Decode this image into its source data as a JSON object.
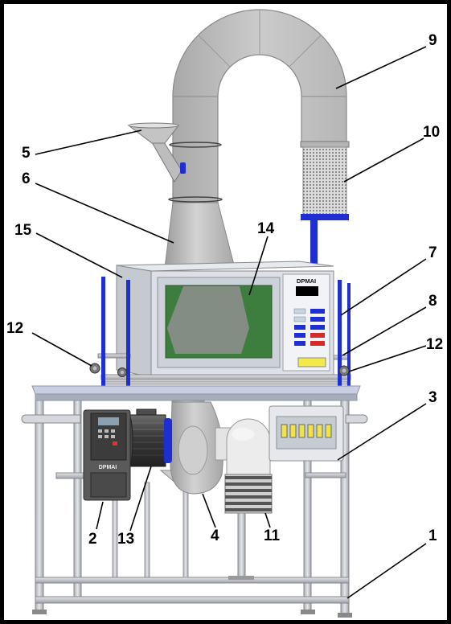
{
  "callouts": [
    "9",
    "10",
    "5",
    "6",
    "15",
    "14",
    "7",
    "8",
    "12",
    "12",
    "3",
    "2",
    "13",
    "4",
    "11",
    "1"
  ],
  "microwave_panel": {
    "brand": "DPMAI"
  },
  "inverter_panel": {
    "brand": "DPMAI"
  },
  "colors": {
    "accent_blue": "#1f2ed1",
    "window_green": "#3d7d3d",
    "switch_yellow": "#f2ea4a",
    "frame_border": "#000000"
  }
}
